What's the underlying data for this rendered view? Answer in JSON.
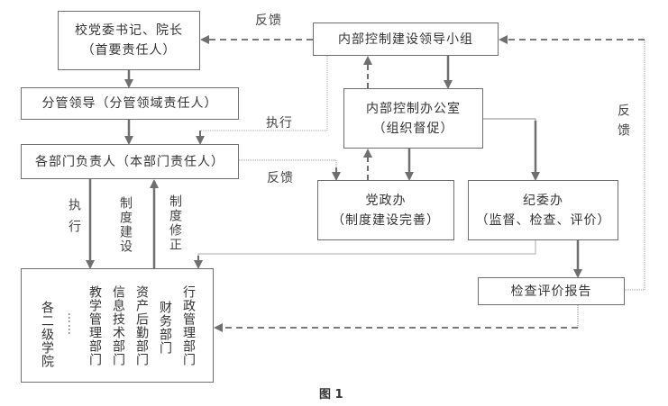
{
  "figure": {
    "caption": "图 1",
    "nodes": {
      "party_secretary": {
        "line1": "校党委书记、院长",
        "line2": "（首要责任人）"
      },
      "leading_group": {
        "line1": "内部控制建设领导小组"
      },
      "division_leaders": {
        "line1": "分管领导（分管领域责任人）"
      },
      "control_office": {
        "line1": "内部控制办公室",
        "line2": "（组织督促）"
      },
      "dept_heads": {
        "line1": "各部门负责人（本部门责任人）"
      },
      "party_office": {
        "line1": "党政办",
        "line2": "（制度建设完善）"
      },
      "discipline_office": {
        "line1": "纪委办",
        "line2": "（监督、检查、评价）"
      },
      "report": {
        "line1": "检查评价报告"
      },
      "units": {
        "columns": [
          "各二级学院",
          "……",
          "教学管理部门",
          "信息技术部门",
          "资产后勤部门",
          "财务部门",
          "行政管理部门"
        ]
      }
    },
    "edge_labels": {
      "feedback_top": "反馈",
      "execute_mid": "执行",
      "feedback_mid": "反馈",
      "feedback_right": "反馈",
      "execute_down": "执行",
      "system_build": "制度建设",
      "system_revise": "制度修正"
    },
    "colors": {
      "line": "#6f6f6f",
      "dotted": "#9a9a9a"
    }
  }
}
